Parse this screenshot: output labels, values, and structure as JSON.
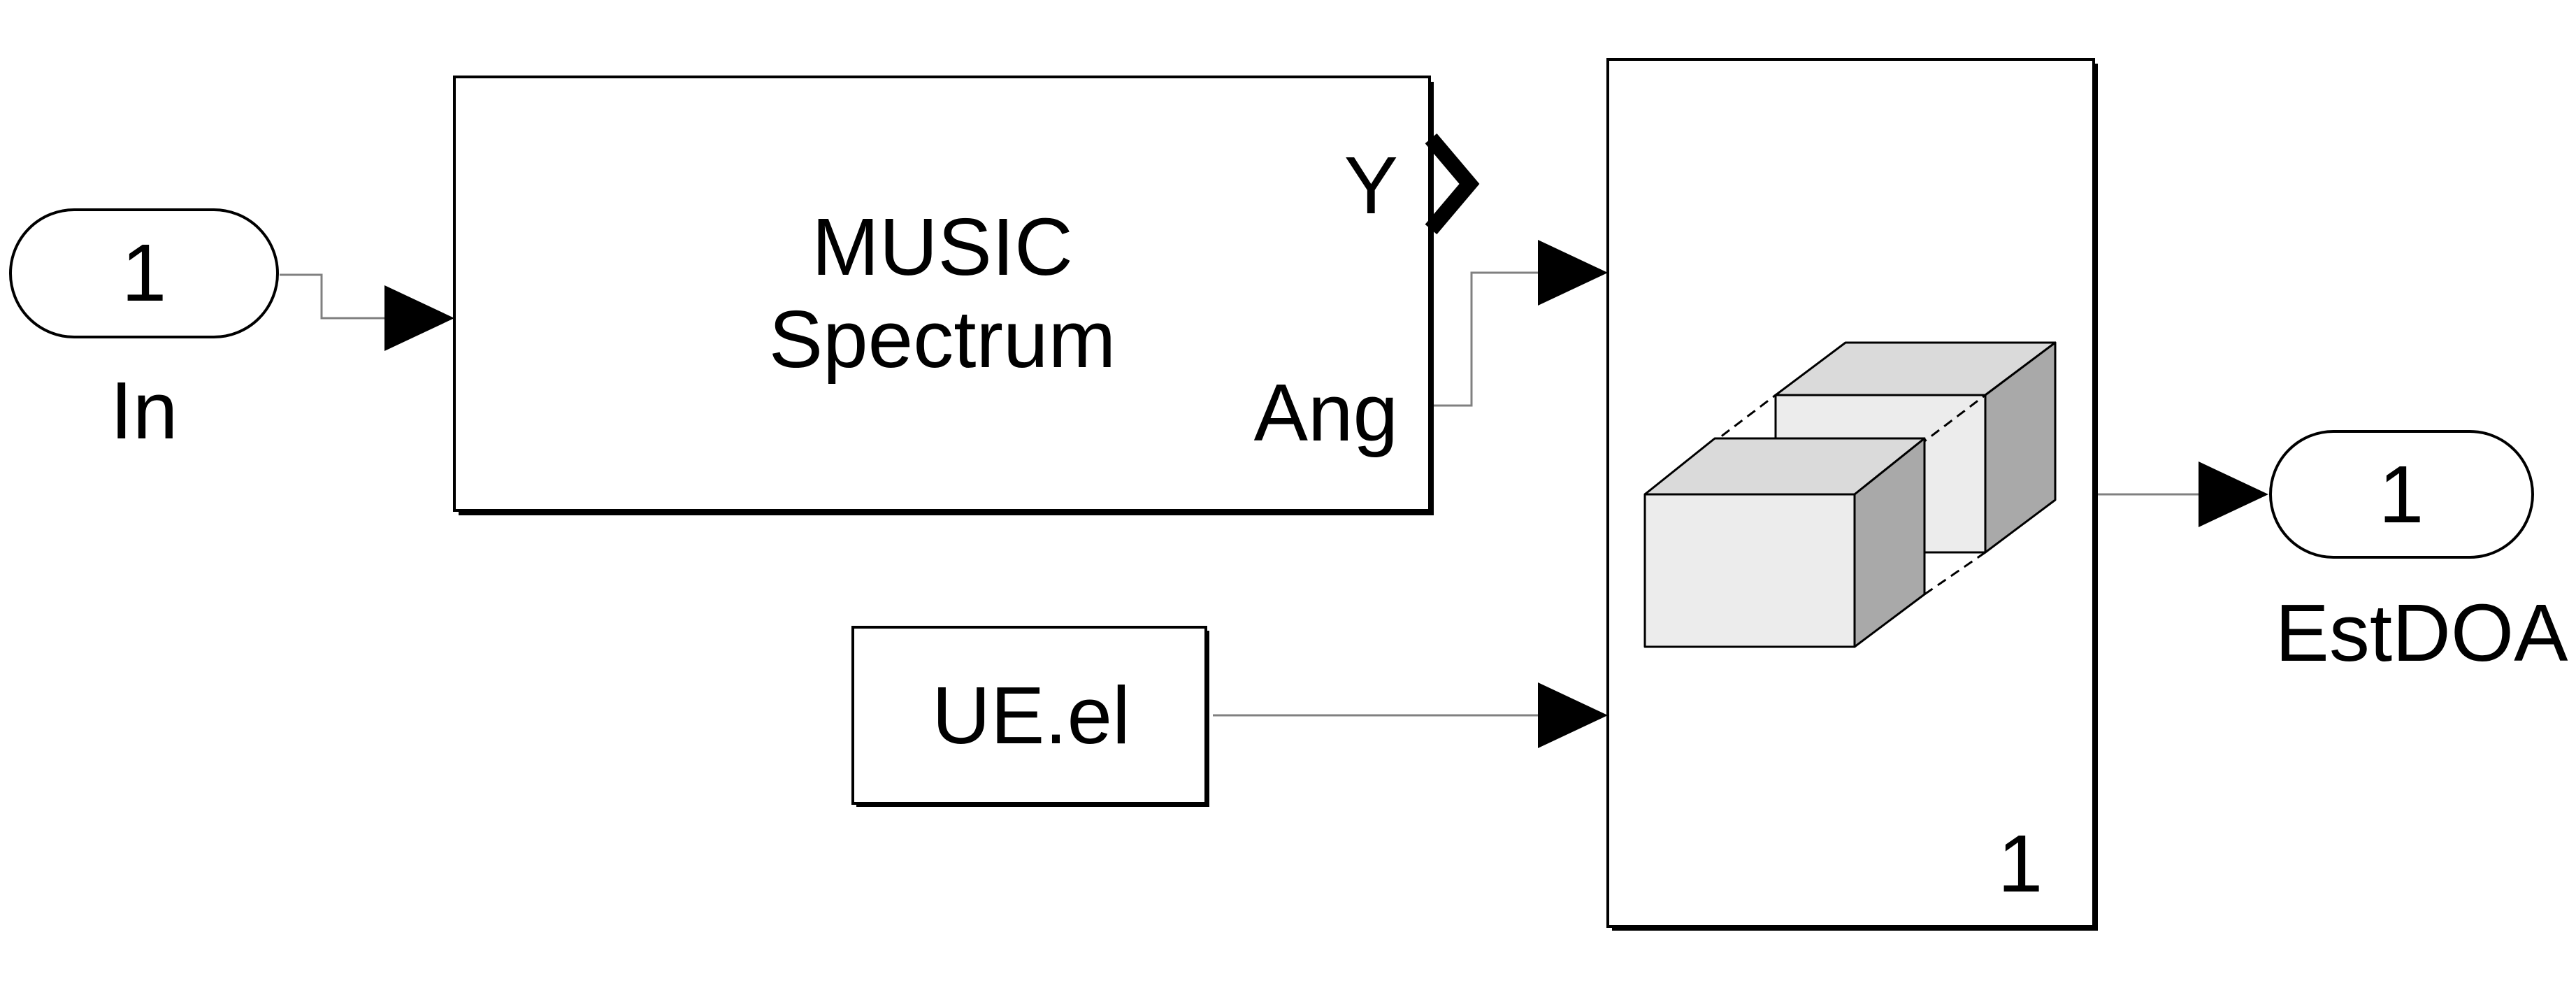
{
  "inport": {
    "number": "1",
    "name": "In"
  },
  "music_block": {
    "title_line1": "MUSIC",
    "title_line2": "Spectrum",
    "out_y": "Y",
    "out_ang": "Ang"
  },
  "constant_block": {
    "value": "UE.el"
  },
  "concat_block": {
    "dim_label": "1"
  },
  "outport": {
    "number": "1",
    "name": "EstDOA"
  },
  "colors": {
    "line": "#000000",
    "signal_line": "#808080",
    "cube_front": "#ececec",
    "cube_top": "#dadada",
    "cube_side": "#a9a9a9"
  }
}
